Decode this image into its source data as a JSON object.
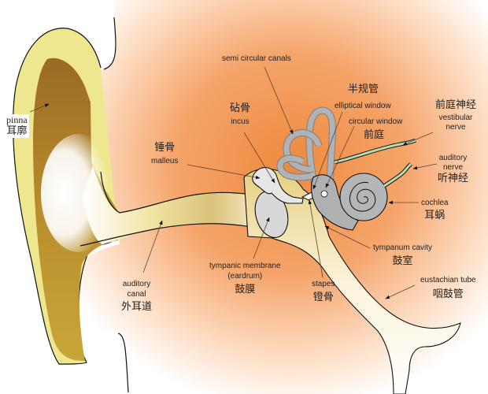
{
  "diagram": {
    "title": "Human ear anatomy",
    "colors": {
      "background_skin": "#f5a46a",
      "pinna_outer": "#eee691",
      "pinna_inner": "#a87a2a",
      "canal": "#e8d79a",
      "labyrinth": "#a9abad",
      "nerve": "#b9ddb2",
      "outline": "#1a1a1a",
      "leader": "#6a4a2a"
    },
    "labels": [
      {
        "id": "pinna",
        "en": "pinna",
        "cn": "耳廓"
      },
      {
        "id": "semicircular-canals",
        "en": "semi circular canals",
        "cn": "半规管"
      },
      {
        "id": "elliptical-window",
        "en": "elliptical window"
      },
      {
        "id": "circular-window",
        "en": "circular window",
        "cn": "前庭"
      },
      {
        "id": "incus",
        "en": "incus",
        "cn": "砧骨"
      },
      {
        "id": "malleus",
        "en": "malleus",
        "cn": "锤骨"
      },
      {
        "id": "vestibular-nerve",
        "en_line1": "vestibular",
        "en_line2": "nerve",
        "cn": "前庭神经"
      },
      {
        "id": "auditory-nerve",
        "en_line1": "auditory",
        "en_line2": "nerve",
        "cn": "听神经"
      },
      {
        "id": "cochlea",
        "en": "cochlea",
        "cn": "耳蜗"
      },
      {
        "id": "tympanum-cavity",
        "en": "tympanum cavity",
        "cn": "鼓室"
      },
      {
        "id": "eustachian-tube",
        "en": "eustachian tube",
        "cn": "咽鼓管"
      },
      {
        "id": "stapes",
        "en": "stapes",
        "cn": "镫骨"
      },
      {
        "id": "tympanic-membrane",
        "en_line1": "tympanic membrane",
        "en_line2": "(eardrum)",
        "cn": "鼓膜"
      },
      {
        "id": "auditory-canal",
        "en_line1": "auditory",
        "en_line2": "canal",
        "cn": "外耳道"
      }
    ]
  }
}
